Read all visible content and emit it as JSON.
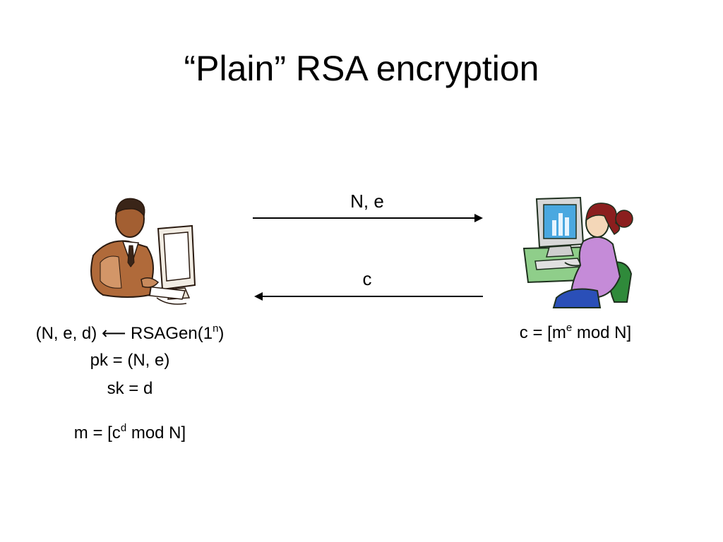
{
  "slide": {
    "title": "“Plain” RSA encryption"
  },
  "messages": {
    "to_receiver": "N, e",
    "to_sender": "c"
  },
  "sender": {
    "figure_icon": "man-at-computer-icon",
    "keygen": {
      "prefix": "(N, e, d) ",
      "arrow": "⟵",
      "func": " RSAGen(1",
      "exp": "n",
      "suffix": ")"
    },
    "pk": "pk = (N, e)",
    "sk": "sk = d",
    "decrypt": {
      "prefix": "m = [c",
      "exp": "d",
      "suffix": " mod N]"
    }
  },
  "receiver": {
    "figure_icon": "woman-at-computer-icon",
    "encrypt": {
      "prefix": "c = [m",
      "exp": "e",
      "suffix": " mod N]"
    }
  }
}
